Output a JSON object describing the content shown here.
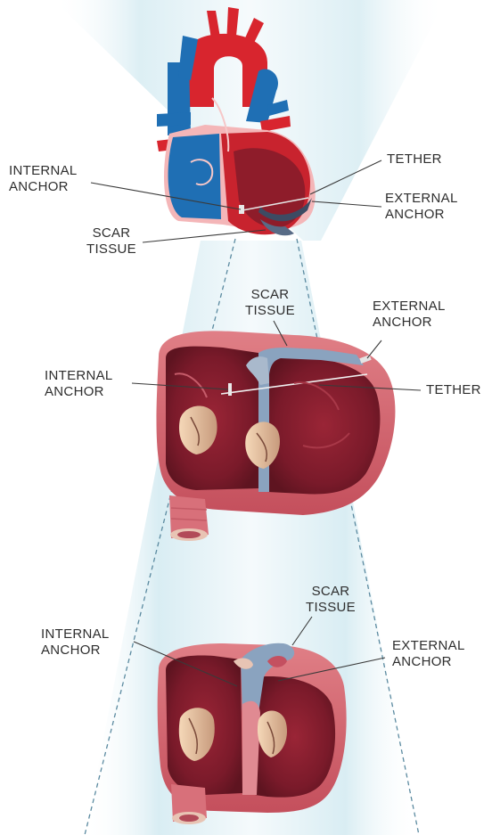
{
  "diagram": {
    "top_view": {
      "internal_anchor": [
        "INTERNAL",
        "ANCHOR"
      ],
      "tether": "TETHER",
      "external_anchor": [
        "EXTERNAL",
        "ANCHOR"
      ],
      "scar_tissue": [
        "SCAR",
        "TISSUE"
      ]
    },
    "middle_view": {
      "scar_tissue": [
        "SCAR",
        "TISSUE"
      ],
      "external_anchor": [
        "EXTERNAL",
        "ANCHOR"
      ],
      "internal_anchor": [
        "INTERNAL",
        "ANCHOR"
      ],
      "tether": "TETHER"
    },
    "bottom_view": {
      "scar_tissue": [
        "SCAR",
        "TISSUE"
      ],
      "internal_anchor": [
        "INTERNAL",
        "ANCHOR"
      ],
      "external_anchor": [
        "EXTERNAL",
        "ANCHOR"
      ]
    }
  },
  "colors": {
    "beam": "#d8ecf2",
    "beam_edge": "#5b8aa0",
    "artery_red": "#d8252e",
    "vein_blue": "#1f6fb4",
    "muscle_red": "#b63a4a",
    "muscle_dark": "#7c1f2c",
    "scar_blue": "#8aa3bf",
    "leader": "#3a3a3a"
  }
}
